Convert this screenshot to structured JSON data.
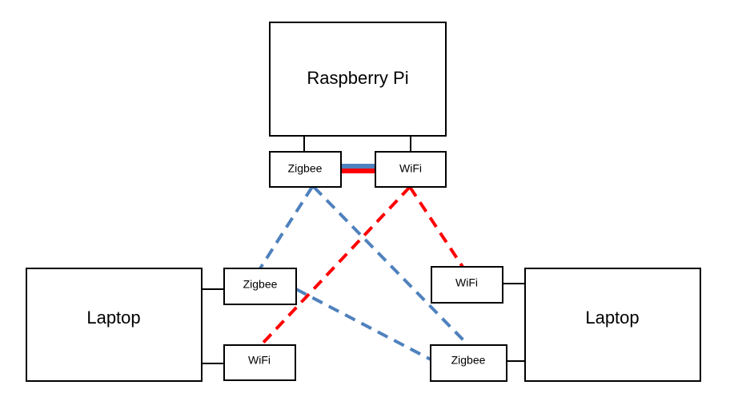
{
  "colors": {
    "zigbee_link": "#4f81bd",
    "wifi_link": "#ff0000",
    "outline": "#000000",
    "background": "#ffffff"
  },
  "nodes": {
    "raspberry_pi": {
      "label": "Raspberry Pi"
    },
    "pi_zigbee": {
      "label": "Zigbee"
    },
    "pi_wifi": {
      "label": "WiFi"
    },
    "laptop_left": {
      "label": "Laptop"
    },
    "left_zigbee": {
      "label": "Zigbee"
    },
    "left_wifi": {
      "label": "WiFi"
    },
    "laptop_right": {
      "label": "Laptop"
    },
    "right_wifi": {
      "label": "WiFi"
    },
    "right_zigbee": {
      "label": "Zigbee"
    }
  }
}
